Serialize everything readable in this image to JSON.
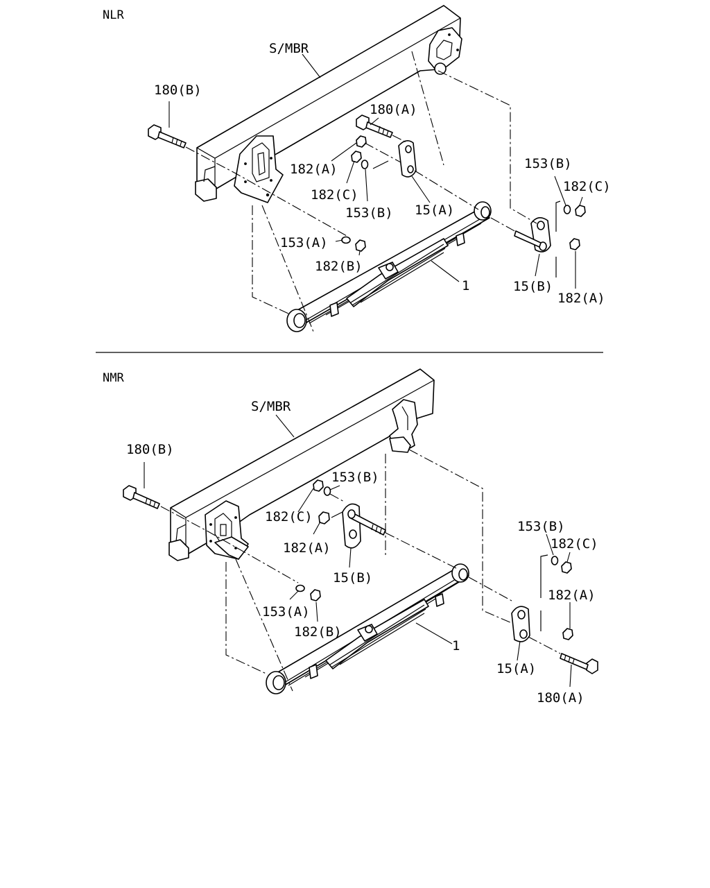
{
  "sections": [
    {
      "id": "nlr",
      "title": "NLR",
      "labels": {
        "smbr": "S/MBR",
        "bolt_b": "180(B)",
        "bolt_a": "180(A)",
        "nut_a_1": "182(A)",
        "nut_c_1": "182(C)",
        "washer_b_1": "153(B)",
        "shackle_a": "15(A)",
        "washer_b_2": "153(B)",
        "nut_c_2": "182(C)",
        "washer_a": "153(A)",
        "nut_b": "182(B)",
        "spring": "1",
        "shackle_b": "15(B)",
        "nut_a_2": "182(A)"
      }
    },
    {
      "id": "nmr",
      "title": "NMR",
      "labels": {
        "smbr": "S/MBR",
        "bolt_b": "180(B)",
        "washer_b_1": "153(B)",
        "nut_c_1": "182(C)",
        "nut_a_1": "182(A)",
        "shackle_b": "15(B)",
        "washer_a": "153(A)",
        "nut_b": "182(B)",
        "spring": "1",
        "washer_b_2": "153(B)",
        "nut_c_2": "182(C)",
        "nut_a_2": "182(A)",
        "shackle_a": "15(A)",
        "bolt_a": "180(A)"
      }
    }
  ]
}
